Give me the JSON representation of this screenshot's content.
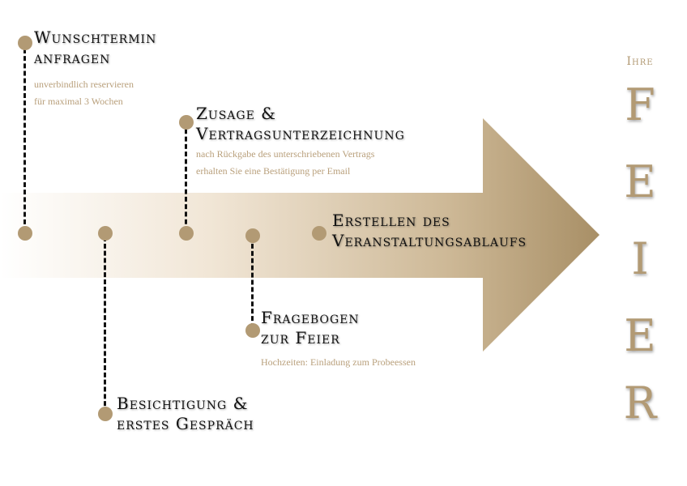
{
  "steps": [
    {
      "title_line1": "Wunschtermin",
      "title_line2": "anfragen",
      "sub_line1": "unverbindlich reservieren",
      "sub_line2": "für maximal 3 Wochen"
    },
    {
      "title_line1": "Besichtigung &",
      "title_line2": "erstes Gespräch"
    },
    {
      "title_line1": "Zusage &",
      "title_line2": "Vertragsunterzeichnung",
      "sub_line1": "nach Rückgabe des unterschriebenen Vertrags",
      "sub_line2": "erhalten Sie eine Bestätigung per Email"
    },
    {
      "title_line1": "Fragebogen",
      "title_line2": "zur Feier",
      "sub_line1": "Hochzeiten: Einladung zum Probeessen"
    },
    {
      "title_line1": "Erstellen des",
      "title_line2": "Veranstaltungsablaufs"
    }
  ],
  "feier": {
    "top": "Ihre",
    "letters": [
      "F",
      "E",
      "I",
      "E",
      "R"
    ]
  },
  "colors": {
    "accent": "#b29a74",
    "subtext": "#b9a07c",
    "arrow_start": "#ffffff",
    "arrow_end": "#a88f66",
    "dash": "#111111"
  }
}
